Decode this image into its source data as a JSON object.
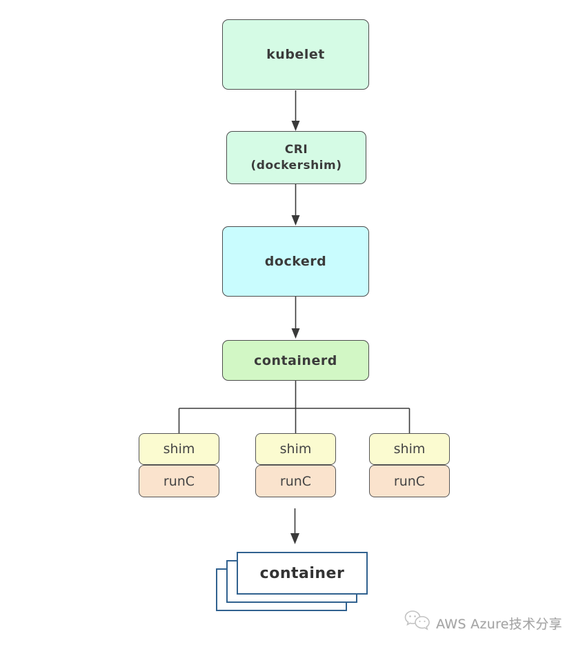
{
  "diagram": {
    "nodes": {
      "kubelet": {
        "label": "kubelet",
        "fill": "#d5fbe5"
      },
      "cri": {
        "line1": "CRI",
        "line2": "(dockershim)",
        "fill": "#d5fbe5"
      },
      "dockerd": {
        "label": "dockerd",
        "fill": "#c9fcfe"
      },
      "containerd": {
        "label": "containerd",
        "fill": "#d2f7c5"
      },
      "shim": {
        "label": "shim",
        "fill": "#fbfbd0"
      },
      "runc": {
        "label": "runC",
        "fill": "#fae3cd"
      },
      "container": {
        "label": "container",
        "fill": "#ffffff",
        "border": "#30618f"
      }
    },
    "edges": [
      {
        "from": "kubelet",
        "to": "cri",
        "arrow": true
      },
      {
        "from": "cri",
        "to": "dockerd",
        "arrow": true
      },
      {
        "from": "dockerd",
        "to": "containerd",
        "arrow": true
      },
      {
        "from": "containerd",
        "to": "shim-1",
        "arrow": false
      },
      {
        "from": "containerd",
        "to": "shim-2",
        "arrow": false
      },
      {
        "from": "containerd",
        "to": "shim-3",
        "arrow": false
      },
      {
        "from": "runc-2",
        "to": "container",
        "arrow": true
      }
    ],
    "line_color": "#3a3a3a",
    "box_border_color": "#4d4d4d",
    "text_color": "#3b3b3b"
  },
  "watermark": {
    "text": "AWS Azure技术分享",
    "color": "#a3a3a3",
    "icon": "wechat-bubbles-icon"
  }
}
